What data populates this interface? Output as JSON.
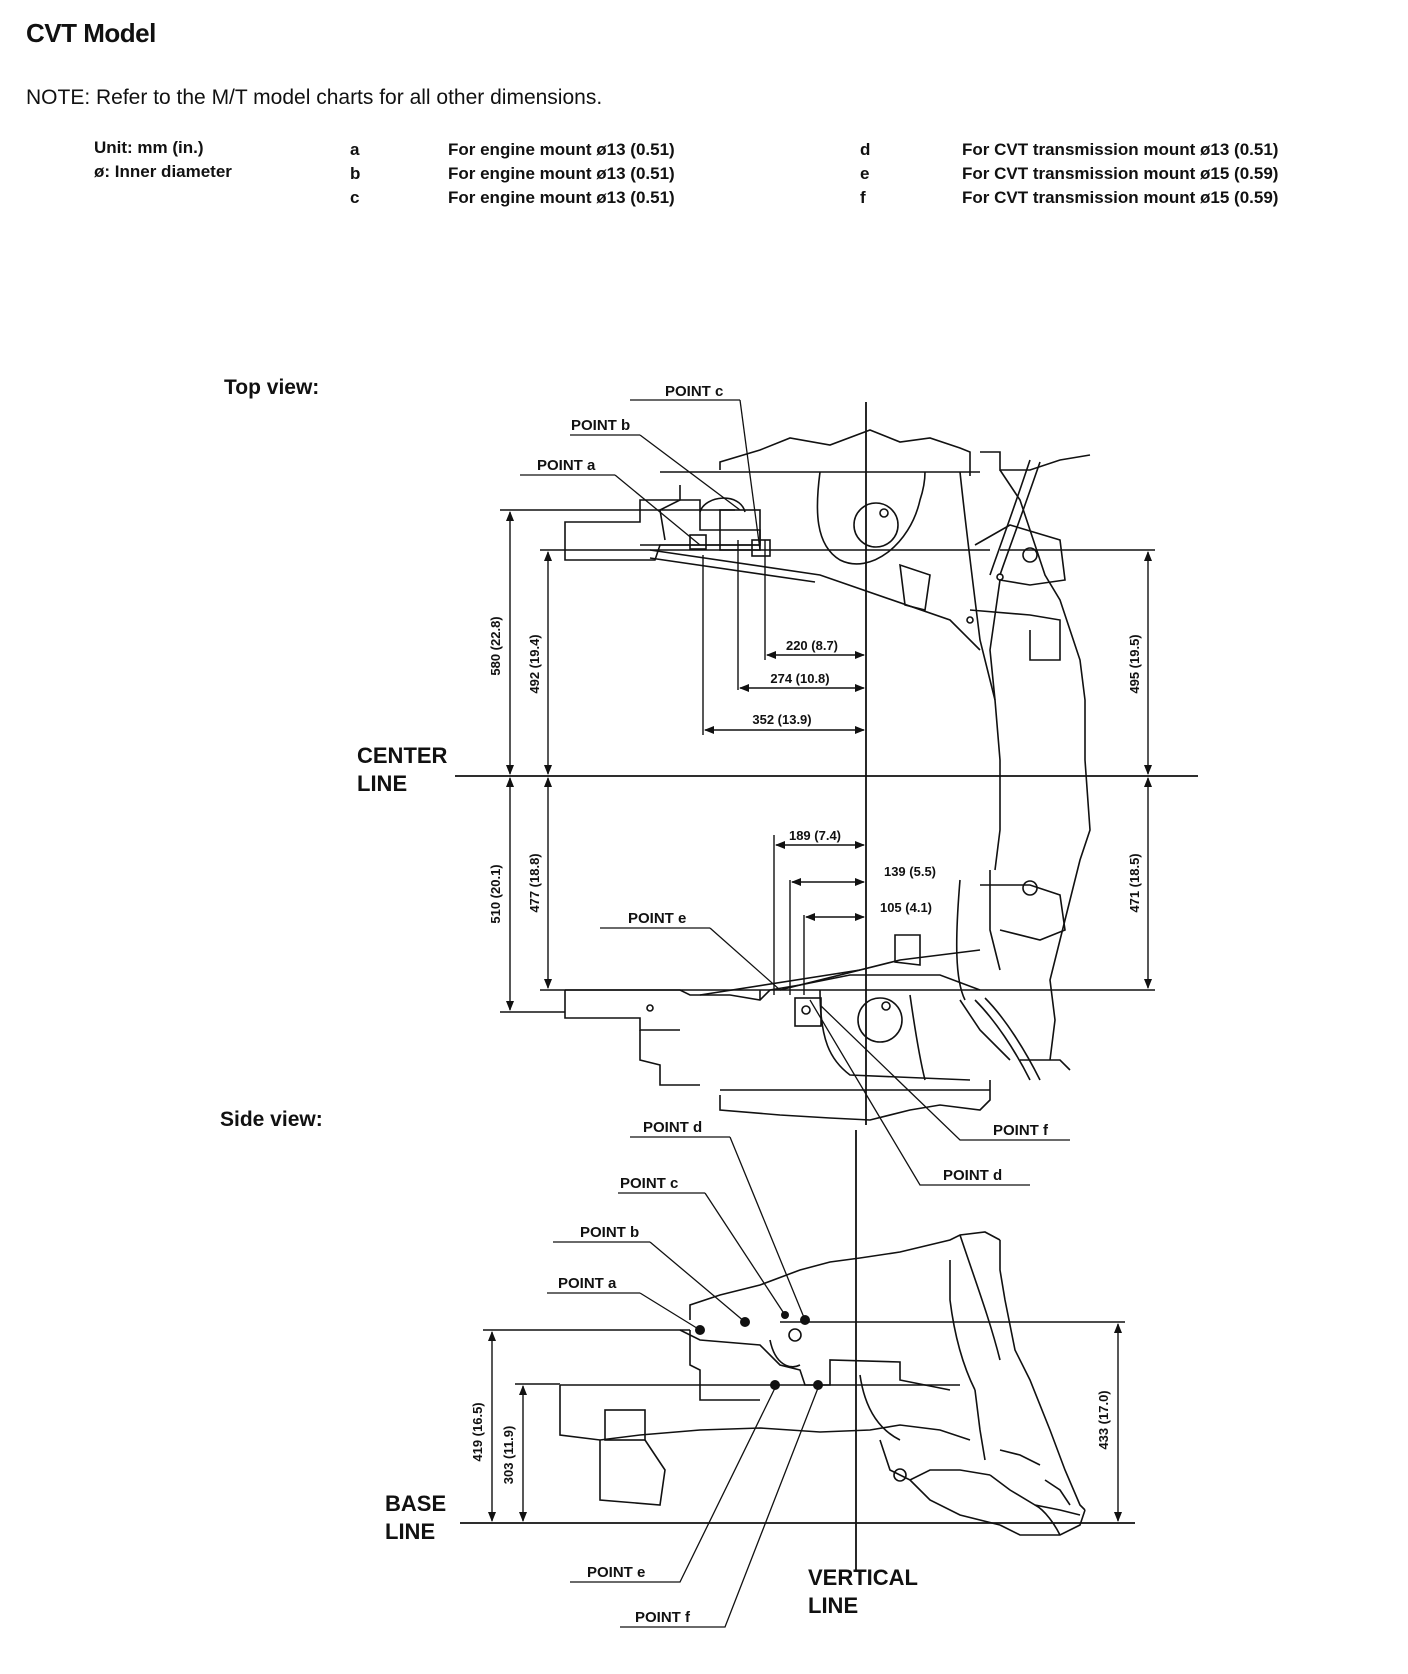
{
  "page": {
    "title": "CVT Model",
    "note": "NOTE: Refer to the M/T model charts for all other dimensions."
  },
  "legend": {
    "unit": "Unit: mm (in.)",
    "diameter": "ø: Inner diameter",
    "items": [
      {
        "key": "a",
        "text": "For engine mount ø13 (0.51)"
      },
      {
        "key": "b",
        "text": "For engine mount ø13 (0.51)"
      },
      {
        "key": "c",
        "text": "For engine mount ø13 (0.51)"
      },
      {
        "key": "d",
        "text": "For CVT transmission mount ø13 (0.51)"
      },
      {
        "key": "e",
        "text": "For CVT transmission mount ø15 (0.59)"
      },
      {
        "key": "f",
        "text": "For CVT transmission mount ø15 (0.59)"
      }
    ]
  },
  "views": {
    "top": "Top view:",
    "side": "Side view:"
  },
  "reference_lines": {
    "center_line_1": "CENTER",
    "center_line_2": "LINE",
    "base_line_1": "BASE",
    "base_line_2": "LINE",
    "vertical_line_1": "VERTICAL",
    "vertical_line_2": "LINE"
  },
  "top_view_points": {
    "c": "POINT c",
    "b": "POINT b",
    "a": "POINT a",
    "e": "POINT e",
    "f": "POINT f",
    "d": "POINT d"
  },
  "side_view_points": {
    "d": "POINT d",
    "c": "POINT c",
    "b": "POINT b",
    "a": "POINT a",
    "e": "POINT e",
    "f": "POINT f"
  },
  "top_view_dimensions": {
    "d580": "580 (22.8)",
    "d492": "492 (19.4)",
    "d495": "495 (19.5)",
    "d220": "220 (8.7)",
    "d274": "274 (10.8)",
    "d352": "352 (13.9)",
    "d510": "510 (20.1)",
    "d477": "477 (18.8)",
    "d471": "471 (18.5)",
    "d189": "189 (7.4)",
    "d139": "139 (5.5)",
    "d105": "105 (4.1)"
  },
  "side_view_dimensions": {
    "d419": "419 (16.5)",
    "d303": "303 (11.9)",
    "d433": "433 (17.0)"
  }
}
